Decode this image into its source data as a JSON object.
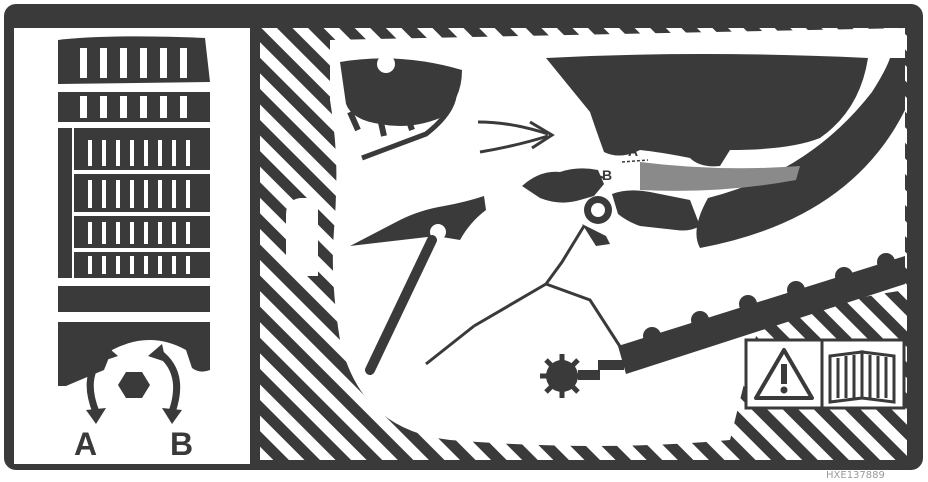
{
  "colors": {
    "ink": "#3a3a3a",
    "paper": "#ffffff",
    "gray_code": "#9a9a9a"
  },
  "left_panel": {
    "rotation_labels": {
      "a": "A",
      "b": "B"
    },
    "icons": [
      "hex-bolt-icon",
      "rotate-ccw-arrow-icon",
      "rotate-cw-arrow-icon"
    ]
  },
  "right_panel": {
    "callout_a": "A",
    "callout_b": "B",
    "safety_icons": [
      "warning-triangle-icon",
      "operator-manual-icon"
    ]
  },
  "part_code": "HXE137889"
}
